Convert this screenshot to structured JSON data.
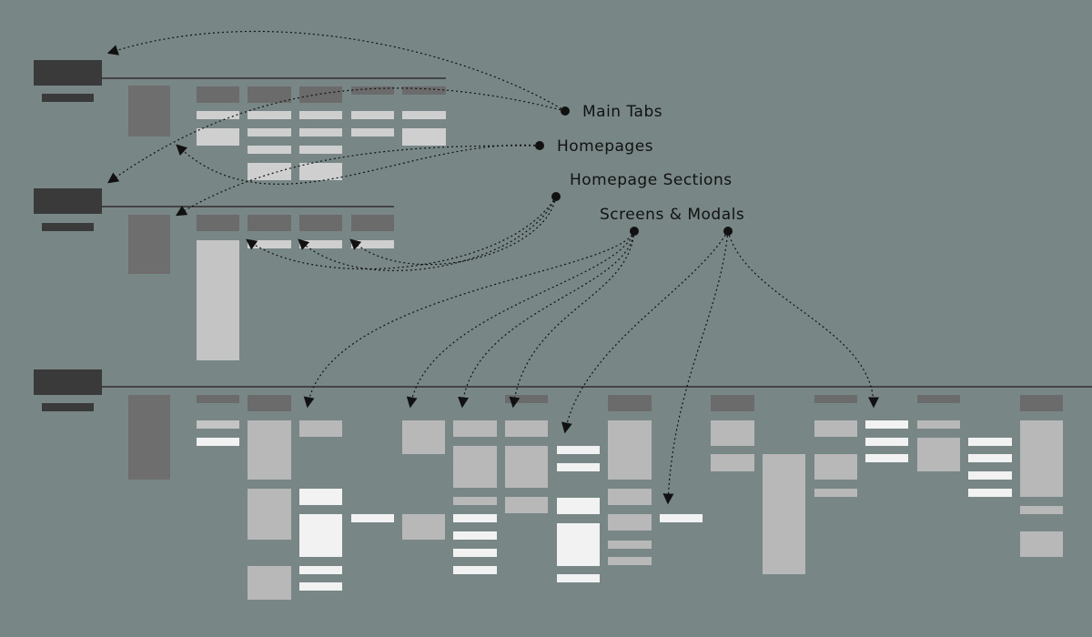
{
  "colors": {
    "background": "#788786",
    "header_block": "#3a3a3a",
    "divider": "#444444",
    "sidebar": "#6e6e6e",
    "tab": "#6b6b6b",
    "light_block": "#b8b8b8",
    "lighter_block": "#cfcfcf",
    "white_block": "#f2f2f2",
    "connector": "#111111"
  },
  "annotations": {
    "main_tabs": "Main Tabs",
    "homepages": "Homepages",
    "homepage_sections": "Homepage Sections",
    "screens_modals": "Screens & Modals"
  }
}
